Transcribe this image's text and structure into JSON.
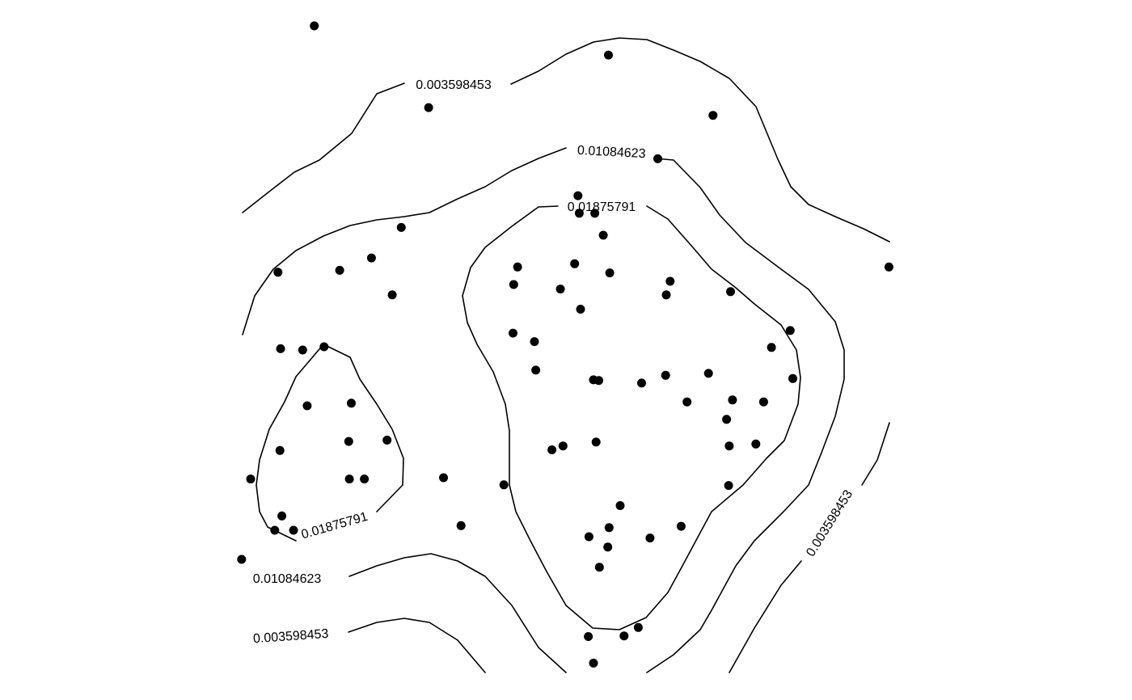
{
  "chart_data": {
    "type": "scatter",
    "title": "",
    "xlabel": "",
    "ylabel": "",
    "axes_visible": false,
    "grid": false,
    "xlim": [
      0,
      1
    ],
    "ylim": [
      0,
      1
    ],
    "point_color": "#000000",
    "line_color": "#000000",
    "contour_levels": [
      "0.003598453",
      "0.01084623",
      "0.01875791"
    ],
    "points": [
      {
        "x": 0.113,
        "y": 1.0
      },
      {
        "x": 0.566,
        "y": 0.955
      },
      {
        "x": 0.289,
        "y": 0.874
      },
      {
        "x": 0.727,
        "y": 0.862
      },
      {
        "x": 0.642,
        "y": 0.795
      },
      {
        "x": 0.519,
        "y": 0.738
      },
      {
        "x": 0.247,
        "y": 0.689
      },
      {
        "x": 0.521,
        "y": 0.711
      },
      {
        "x": 0.545,
        "y": 0.711
      },
      {
        "x": 0.558,
        "y": 0.677
      },
      {
        "x": 0.998,
        "y": 0.628
      },
      {
        "x": 0.057,
        "y": 0.62
      },
      {
        "x": 0.152,
        "y": 0.623
      },
      {
        "x": 0.201,
        "y": 0.642
      },
      {
        "x": 0.426,
        "y": 0.628
      },
      {
        "x": 0.514,
        "y": 0.633
      },
      {
        "x": 0.568,
        "y": 0.619
      },
      {
        "x": 0.42,
        "y": 0.601
      },
      {
        "x": 0.492,
        "y": 0.594
      },
      {
        "x": 0.661,
        "y": 0.606
      },
      {
        "x": 0.655,
        "y": 0.585
      },
      {
        "x": 0.754,
        "y": 0.59
      },
      {
        "x": 0.233,
        "y": 0.585
      },
      {
        "x": 0.523,
        "y": 0.563
      },
      {
        "x": 0.419,
        "y": 0.526
      },
      {
        "x": 0.452,
        "y": 0.513
      },
      {
        "x": 0.846,
        "y": 0.53
      },
      {
        "x": 0.061,
        "y": 0.502
      },
      {
        "x": 0.095,
        "y": 0.5
      },
      {
        "x": 0.128,
        "y": 0.505
      },
      {
        "x": 0.817,
        "y": 0.504
      },
      {
        "x": 0.454,
        "y": 0.469
      },
      {
        "x": 0.543,
        "y": 0.454
      },
      {
        "x": 0.551,
        "y": 0.453
      },
      {
        "x": 0.617,
        "y": 0.449
      },
      {
        "x": 0.654,
        "y": 0.461
      },
      {
        "x": 0.72,
        "y": 0.464
      },
      {
        "x": 0.85,
        "y": 0.456
      },
      {
        "x": 0.687,
        "y": 0.42
      },
      {
        "x": 0.757,
        "y": 0.423
      },
      {
        "x": 0.805,
        "y": 0.42
      },
      {
        "x": 0.748,
        "y": 0.393
      },
      {
        "x": 0.102,
        "y": 0.414
      },
      {
        "x": 0.17,
        "y": 0.418
      },
      {
        "x": 0.166,
        "y": 0.359
      },
      {
        "x": 0.225,
        "y": 0.361
      },
      {
        "x": 0.06,
        "y": 0.345
      },
      {
        "x": 0.479,
        "y": 0.346
      },
      {
        "x": 0.496,
        "y": 0.352
      },
      {
        "x": 0.547,
        "y": 0.358
      },
      {
        "x": 0.752,
        "y": 0.352
      },
      {
        "x": 0.793,
        "y": 0.355
      },
      {
        "x": 0.015,
        "y": 0.301
      },
      {
        "x": 0.167,
        "y": 0.301
      },
      {
        "x": 0.19,
        "y": 0.301
      },
      {
        "x": 0.312,
        "y": 0.303
      },
      {
        "x": 0.405,
        "y": 0.292
      },
      {
        "x": 0.751,
        "y": 0.291
      },
      {
        "x": 0.584,
        "y": 0.26
      },
      {
        "x": 0.063,
        "y": 0.244
      },
      {
        "x": 0.052,
        "y": 0.222
      },
      {
        "x": 0.081,
        "y": 0.222
      },
      {
        "x": 0.339,
        "y": 0.229
      },
      {
        "x": 0.567,
        "y": 0.226
      },
      {
        "x": 0.536,
        "y": 0.212
      },
      {
        "x": 0.63,
        "y": 0.21
      },
      {
        "x": 0.678,
        "y": 0.228
      },
      {
        "x": 0.565,
        "y": 0.196
      },
      {
        "x": 0.552,
        "y": 0.165
      },
      {
        "x": 0.001,
        "y": 0.177
      },
      {
        "x": 0.612,
        "y": 0.072
      },
      {
        "x": 0.59,
        "y": 0.059
      },
      {
        "x": 0.535,
        "y": 0.058
      },
      {
        "x": 0.543,
        "y": 0.017
      }
    ]
  }
}
